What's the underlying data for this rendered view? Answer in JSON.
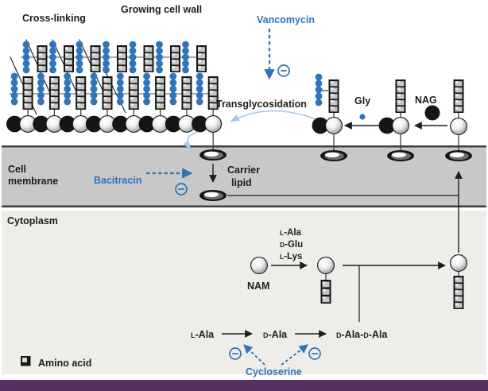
{
  "colors": {
    "drug_blue": "#2e74b5",
    "bead_blue": "#2f76b8",
    "light_blue_arrow": "#a9c7e6",
    "membrane_gray": "#c8c8c8",
    "cytoplasm_gray": "#eeedea",
    "footer_purple": "#553060"
  },
  "wall": {
    "cross_linking": "Cross-linking",
    "growing_cell_wall": "Growing cell wall"
  },
  "regions": {
    "cell_membrane_line1": "Cell",
    "cell_membrane_line2": "membrane",
    "cytoplasm": "Cytoplasm"
  },
  "process": {
    "transglycosidation": "Transglycosidation",
    "carrier_lipid_line1": "Carrier",
    "carrier_lipid_line2": "lipid",
    "gly": "Gly",
    "nag": "NAG",
    "nam": "NAM"
  },
  "drugs": {
    "vancomycin": "Vancomycin",
    "bacitracin": "Bacitracin",
    "cycloserine": "Cycloserine"
  },
  "residues": {
    "added": [
      {
        "prefix": "L",
        "rest": "-Ala"
      },
      {
        "prefix": "D",
        "rest": "-Glu"
      },
      {
        "prefix": "L",
        "rest": "-Lys"
      }
    ],
    "l_ala": {
      "prefix": "L",
      "rest": "-Ala"
    },
    "d_ala": {
      "prefix": "D",
      "rest": "-Ala"
    },
    "d_ala_d_ala": {
      "p1": "D",
      "r1": "-Ala-",
      "p2": "D",
      "r2": "-Ala"
    }
  },
  "legend": {
    "amino_acid": "Amino acid"
  },
  "icons": {
    "inhibition": "circled-minus",
    "nag_sugar": "black-circle",
    "nam_sugar": "shaded-sphere",
    "amino_acid": "gray-square-chain",
    "glycine": "blue-bead-chain",
    "carrier_lipid": "black-ellipse"
  }
}
